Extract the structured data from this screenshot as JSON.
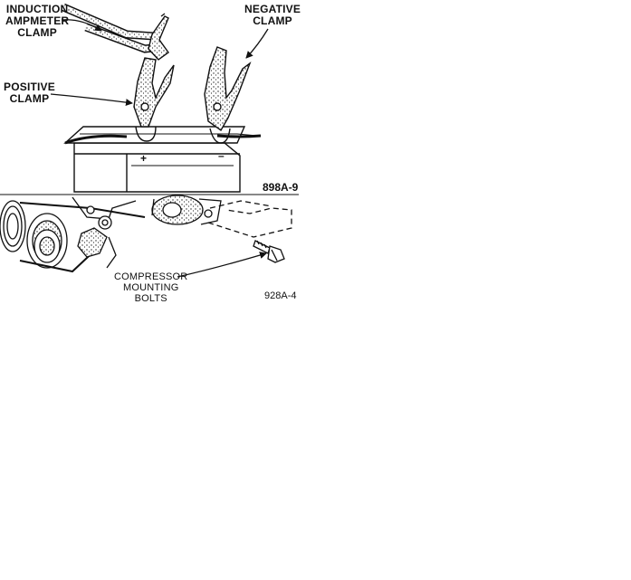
{
  "figure1": {
    "labels": {
      "induction_clamp": [
        "INDUCTION",
        "AMPMETER",
        "CLAMP"
      ],
      "negative_clamp": [
        "NEGATIVE",
        "CLAMP"
      ],
      "positive_clamp": [
        "POSITIVE",
        "CLAMP"
      ],
      "plus_sign": "+",
      "minus_sign": "–"
    },
    "figure_id": "898A-9"
  },
  "figure2": {
    "labels": {
      "compressor_bolts": [
        "COMPRESSOR",
        "MOUNTING",
        "BOLTS"
      ]
    },
    "figure_id": "928A-4"
  }
}
